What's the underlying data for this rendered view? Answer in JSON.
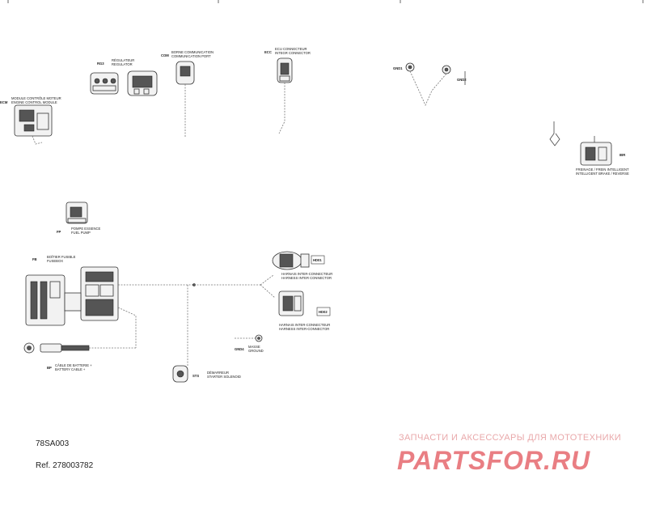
{
  "figure": {
    "code": "78SA003",
    "ref": "Ref. 278003782"
  },
  "components": {
    "regulator": {
      "code": "RG3",
      "fr": "RÉGULATEUR",
      "en": "REGULATOR"
    },
    "comm_port": {
      "code": "COM",
      "fr": "BORNE COMMUNICATION",
      "en": "COMMUNICATION PORT"
    },
    "ecu_connector": {
      "code": "ECC",
      "fr": "ECU CONNECTEUR",
      "en": "INTEGR CONNECTOR"
    },
    "gnd_a": {
      "code": "GND1"
    },
    "gnd_b": {
      "code": "GND2"
    },
    "engine_module": {
      "code": "ECM",
      "fr": "MODULE CONTRÔLE MOTEUR",
      "en": "ENGINE CONTROL MODULE"
    },
    "ibr": {
      "code": "IBR",
      "fr": "FREINAGE / FREIN INTELLIGENT",
      "en": "INTELLIGENT BRAKE / REVERSE"
    },
    "fuel_pump": {
      "code": "FP",
      "fr": "POMPE ESSENCE",
      "en": "FUEL PUMP"
    },
    "fusebox": {
      "code": "FB",
      "fr": "BOÎTIER FUSIBLE",
      "en": "FUSEBOX"
    },
    "harness_main": {
      "code": "HD01",
      "fr": "HARNAIS INTER-CONNECTEUR",
      "en": "HARNESS INTER CONNECTOR"
    },
    "harness_rear": {
      "code": "HD02",
      "fr": "HARNAIS INTER-CONNECTEUR",
      "en": "HARNESS INTER-CONNECTOR"
    },
    "ground": {
      "code": "GND4",
      "fr": "MASSE",
      "en": "GROUND"
    },
    "starter": {
      "code": "STS",
      "fr": "DÉMARREUR",
      "en": "STARTER SOLENOID"
    },
    "battery_cable": {
      "code": "BP",
      "fr": "CÂBLE DE BATTERIE +",
      "en": "BATTERY CABLE +"
    }
  },
  "watermark": {
    "tagline": "ЗАПЧАСТИ И АКСЕССУАРЫ ДЛЯ МОТОТЕХНИКИ",
    "logo": "PARTSFOR.RU",
    "color": "#e0484f"
  }
}
